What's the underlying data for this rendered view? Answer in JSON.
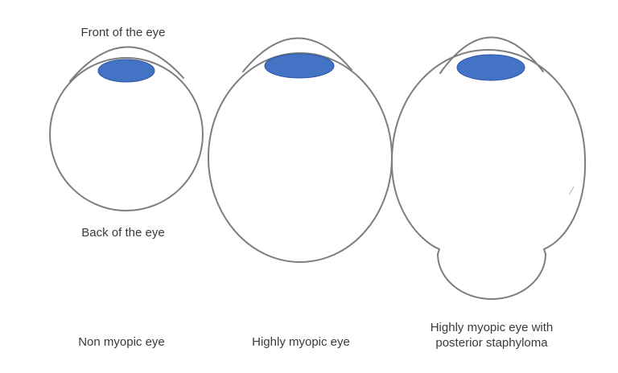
{
  "diagram": {
    "annotations": {
      "front_label": "Front of the eye",
      "back_label": "Back of the eye"
    },
    "eyes": [
      {
        "id": "non-myopic",
        "caption": "Non myopic eye"
      },
      {
        "id": "highly-myopic",
        "caption": "Highly myopic eye"
      },
      {
        "id": "highly-myopic-posterior-staphyloma",
        "caption_line1": "Highly myopic eye with",
        "caption_line2": "posterior staphyloma"
      }
    ],
    "colors": {
      "lens_fill": "#4472c4",
      "lens_stroke": "#2e58a6",
      "outline_stroke": "#7d7d7d",
      "label_text": "#3a3a3a",
      "background": "#ffffff"
    }
  }
}
